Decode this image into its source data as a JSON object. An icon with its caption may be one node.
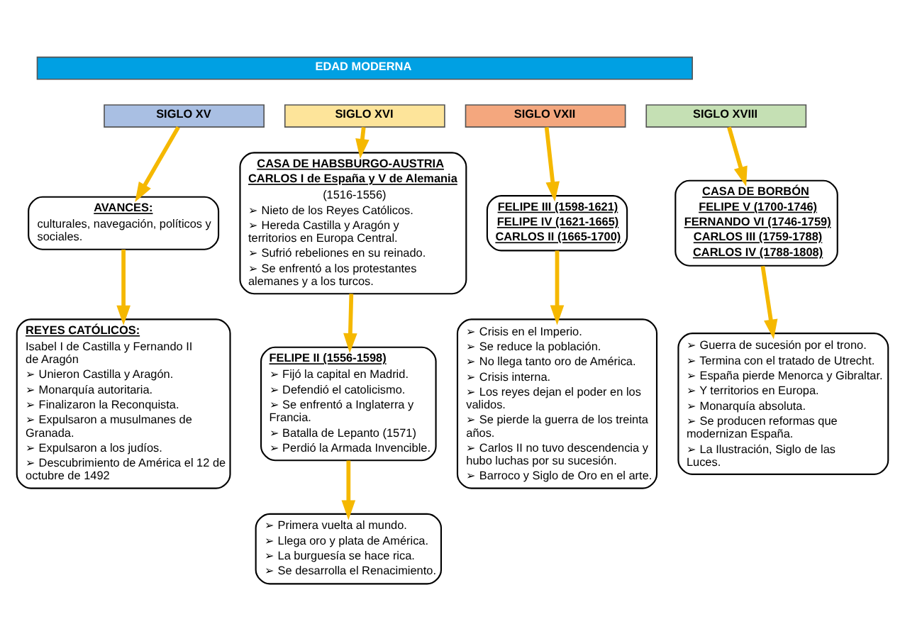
{
  "diagram": {
    "nodes": [
      {
        "text": [
          "EDAD MODERNA"
        ]
      },
      {
        "text": [
          "SIGLO XV"
        ]
      },
      {
        "text": [
          "SIGLO XVI"
        ]
      },
      {
        "text": [
          "SIGLO VXII"
        ]
      },
      {
        "text": [
          "SIGLO XVIII"
        ]
      },
      {
        "text": [
          "AVANCES:",
          "culturales, navegación, políticos y sociales."
        ]
      },
      {
        "text": [
          "REYES CATÓLICOS:",
          "Isabel I de Castilla y Fernando II de Aragón",
          "➢ Unieron Castilla y Aragón.",
          "➢ Monarquía autoritaria.",
          "➢ Finalizaron la Reconquista.",
          "➢ Expulsaron a musulmanes de Granada.",
          "➢ Expulsaron a los judíos.",
          "➢ Descubrimiento de América el 12 de octubre de 1492"
        ]
      },
      {
        "text": [
          "CASA DE HABSBURGO-AUSTRIA",
          "CARLOS I de España y V de Alemania",
          "(1516-1556)",
          "➢ Nieto de los Reyes Católicos.",
          "➢ Hereda Castilla y Aragón y territorios en Europa Central.",
          "➢ Sufrió rebeliones en su reinado.",
          "➢ Se enfrentó a los protestantes alemanes y a los turcos."
        ]
      },
      {
        "text": [
          "FELIPE II (1556-1598)",
          "➢ Fijó la capital en Madrid.",
          "➢ Defendió el catolicismo.",
          "➢ Se enfrentó a Inglaterra y Francia.",
          "➢ Batalla de Lepanto (1571)",
          "➢ Perdió la Armada Invencible."
        ]
      },
      {
        "text": [
          "➢ Primera vuelta al mundo.",
          "➢ Llega oro y plata de América.",
          "➢ La burguesía se hace rica.",
          "➢ Se desarrolla el Renacimiento."
        ]
      },
      {
        "text": [
          "FELIPE III (1598-1621)",
          "FELIPE IV (1621-1665)",
          "CARLOS II (1665-1700)"
        ]
      },
      {
        "text": [
          "➢ Crisis en el Imperio.",
          "➢ Se reduce la población.",
          "➢ No llega tanto oro de América.",
          "➢ Crisis interna.",
          "➢ Los reyes dejan el poder en los validos.",
          "➢ Se pierde la guerra de los treinta años.",
          "➢ Carlos II no tuvo descendencia y hubo luchas por su sucesión.",
          "➢ Barroco y Siglo de Oro en el arte."
        ]
      },
      {
        "text": [
          "CASA DE BORBÓN",
          "FELIPE V (1700-1746)",
          "FERNANDO VI (1746-1759)",
          "CARLOS III (1759-1788)",
          "CARLOS IV (1788-1808)"
        ]
      },
      {
        "text": [
          "➢ Guerra de sucesión por el trono.",
          "➢ Termina con el tratado de Utrecht.",
          "➢ España pierde Menorca y Gibraltar.",
          "➢ Y territorios en Europa.",
          "➢ Monarquía absoluta.",
          "➢ Se producen reformas que modernizan España.",
          "➢ La Ilustración, Siglo de las Luces."
        ]
      }
    ],
    "edges": [
      {
        "from": 1,
        "to": 5,
        "arrow": "to"
      },
      {
        "from": 5,
        "to": 6,
        "arrow": "to"
      },
      {
        "from": 2,
        "to": 7,
        "arrow": "to"
      },
      {
        "from": 7,
        "to": 8,
        "arrow": "to"
      },
      {
        "from": 8,
        "to": 9,
        "arrow": "to"
      },
      {
        "from": 3,
        "to": 10,
        "arrow": "to"
      },
      {
        "from": 10,
        "to": 11,
        "arrow": "to"
      },
      {
        "from": 4,
        "to": 12,
        "arrow": "to"
      },
      {
        "from": 12,
        "to": 13,
        "arrow": "to"
      }
    ]
  }
}
